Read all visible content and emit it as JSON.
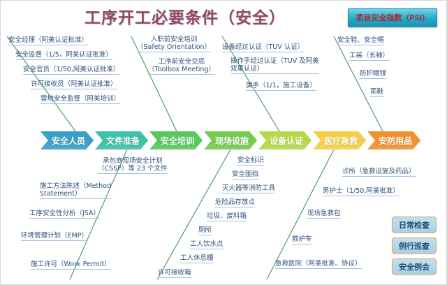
{
  "header": {
    "title": "工序开工必要条件（安全）",
    "psi_badge": "项目安全指数（PSI）"
  },
  "spine": {
    "categories": [
      {
        "label": "安全人员",
        "color": "#3aa0c8"
      },
      {
        "label": "文件准备",
        "color": "#3fc0a8"
      },
      {
        "label": "安全培训",
        "color": "#58c95e"
      },
      {
        "label": "现场设施",
        "color": "#74cc4e"
      },
      {
        "label": "设备认证",
        "color": "#b6d84a"
      },
      {
        "label": "医疗急救",
        "color": "#f2cf4a"
      },
      {
        "label": "安防用品",
        "color": "#f0912f"
      }
    ]
  },
  "branches": {
    "upper": [
      {
        "name": "安全人员",
        "items": [
          "安全经理（阿美认证批准）",
          "安全监督（1/5，阿美认证批准）",
          "安全官员（1/50,阿美认证批准）",
          "许可接收员（阿美认证批准）",
          "营地安全监督（阿美培训）"
        ]
      },
      {
        "name": "安全培训",
        "items": [
          "入职前安全培训\n（Safety Orientation）",
          "工序前安全交底\n（Toolbox Meeting）"
        ]
      },
      {
        "name": "设备认证",
        "items": [
          "设备经过认证（TUV 认证）",
          "操作手经过认证（TUV 及阿美\n双重认证）",
          "旗手（1/1，施工设备）"
        ]
      },
      {
        "name": "安防用品",
        "items": [
          "安全鞋、安全帽",
          "工装（长袖）",
          "防护眼镜",
          "雨鞋"
        ]
      }
    ],
    "lower": [
      {
        "name": "文件准备",
        "items": [
          "承包商现场安全计划\n（CSSP）等 23 个文件",
          "施工方法陈述（Method\nStatement）",
          "工序安全性分析（JSA）",
          "环境管理计划（EMP）",
          "施工许可（Work Permit）"
        ]
      },
      {
        "name": "现场设施",
        "items": [
          "安全标识",
          "安全围挡",
          "灭火器等消防工具",
          "危险品存放点",
          "垃圾、废料箱",
          "厕所",
          "工人饮水点",
          "工人休息棚",
          "许可接收箱"
        ]
      },
      {
        "name": "医疗急救",
        "items": [
          "诊所（急救设施及药品）",
          "男护士（1/50,阿美批准）",
          "现场急救包",
          "救护车",
          "急救医院（阿美批准、协议）"
        ]
      }
    ]
  },
  "side_buttons": [
    "日常检查",
    "例行巡查",
    "安全例会"
  ],
  "colors": {
    "title": "#8e4a6a",
    "branch_text": "#2c4f7c",
    "branch_line": "#9fc0dd",
    "diagonal": "#4f9d6a",
    "badge_text": "#b4232a"
  }
}
